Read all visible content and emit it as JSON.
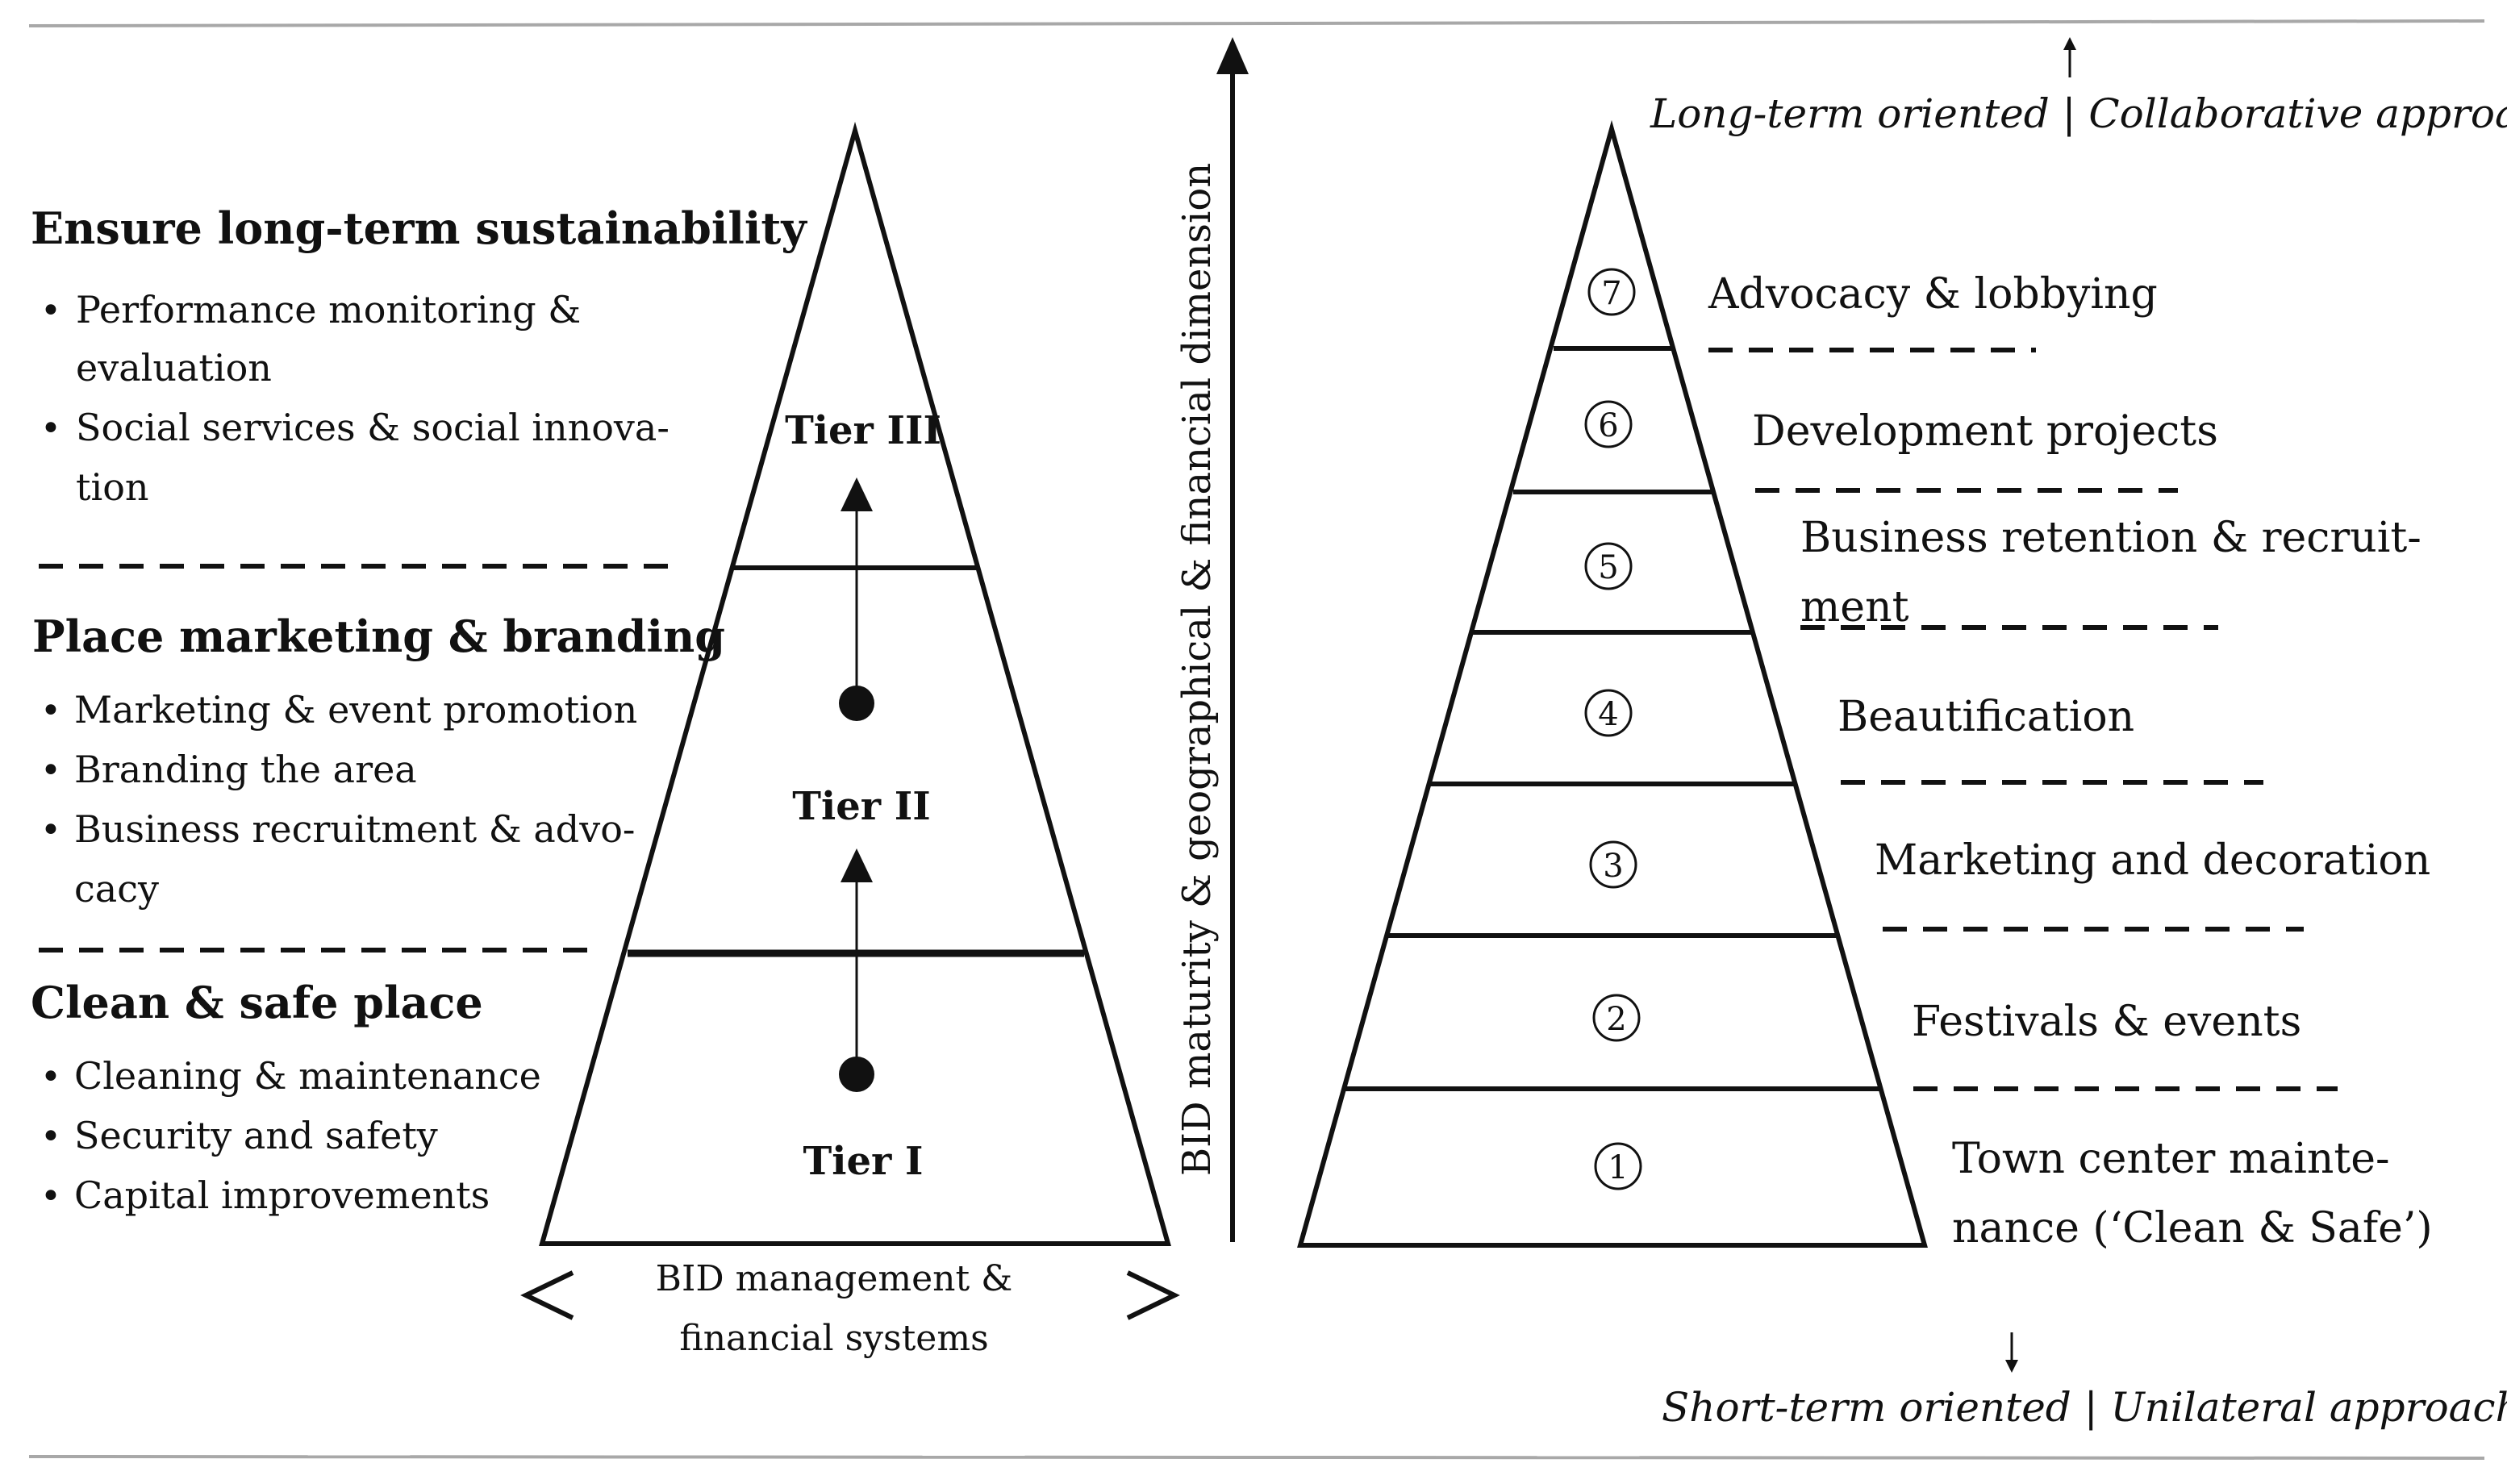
{
  "left": {
    "sections": [
      {
        "heading": "Ensure long-term sustainability",
        "bullets": [
          [
            "Performance monitoring &",
            "evaluation"
          ],
          [
            "Social services & social innova-",
            "tion"
          ]
        ]
      },
      {
        "heading": "Place marketing & branding",
        "bullets": [
          [
            "Marketing & event promotion"
          ],
          [
            "Branding the area"
          ],
          [
            "Business recruitment & advo-",
            "cacy"
          ]
        ]
      },
      {
        "heading": "Clean & safe place",
        "bullets": [
          [
            "Cleaning & maintenance"
          ],
          [
            "Security and safety"
          ],
          [
            "Capital improvements"
          ]
        ]
      }
    ],
    "tiers": [
      "Tier III",
      "Tier II",
      "Tier I"
    ],
    "base_caption": [
      "BID management &",
      "financial systems"
    ]
  },
  "axis_label": "BID maturity & geographical & financial dimension",
  "right": {
    "top_caption": "Long-term oriented | Collaborative approach",
    "bottom_caption": "Short-term oriented | Unilateral approach",
    "levels": [
      {
        "num": "7",
        "label": [
          "Advocacy & lobbying"
        ]
      },
      {
        "num": "6",
        "label": [
          "Development projects"
        ]
      },
      {
        "num": "5",
        "label": [
          "Business retention & recruit-",
          "ment"
        ]
      },
      {
        "num": "4",
        "label": [
          "Beautification"
        ]
      },
      {
        "num": "3",
        "label": [
          "Marketing and decoration"
        ]
      },
      {
        "num": "2",
        "label": [
          "Festivals & events"
        ]
      },
      {
        "num": "1",
        "label": [
          "Town center mainte-",
          "nance (‘Clean & Safe’)"
        ]
      }
    ]
  }
}
